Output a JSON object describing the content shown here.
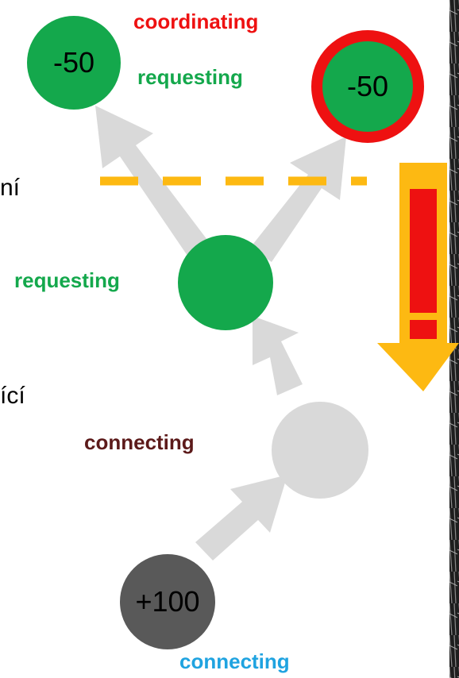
{
  "colors": {
    "green": "#14a84c",
    "red": "#ee1111",
    "light_grey": "#d9d9d9",
    "dark_grey": "#595959",
    "dashed_line": "#fdb912",
    "big_arrow": "#fdb912",
    "exclamation": "#ee1111",
    "label_green": "#14a84c",
    "label_red": "#ee1111",
    "label_brown": "#5c1a1a",
    "label_blue": "#1fa3e0",
    "scratch_bg": "#222222"
  },
  "nodes": {
    "top_left": {
      "value": "-50"
    },
    "top_right": {
      "value": "-50"
    },
    "middle": {
      "value": ""
    },
    "lower": {
      "value": ""
    },
    "bottom": {
      "value": "+100"
    }
  },
  "labels": {
    "coordinating": "coordinating",
    "requesting_top": "requesting",
    "requesting_mid": "requesting",
    "connecting_mid": "connecting",
    "connecting_bottom": "connecting"
  },
  "edge_fragments": {
    "upper": "ní",
    "lower": "ící"
  },
  "warning": {
    "symbol": "!"
  }
}
